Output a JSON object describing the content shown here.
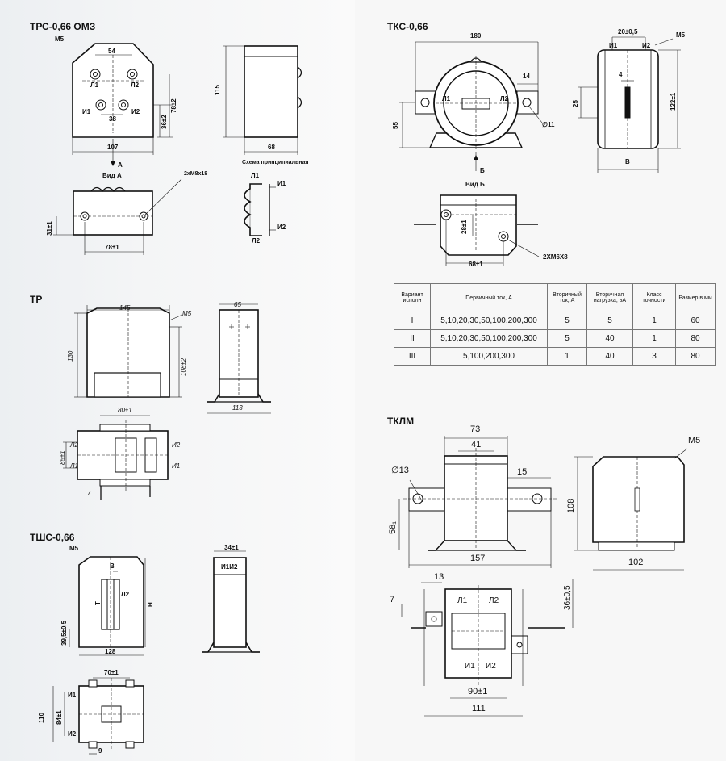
{
  "sections": {
    "trs": "ТРС-0,66 ОМЗ",
    "tks": "ТКС-0,66",
    "tr": "ТР",
    "tklm": "ТКЛМ",
    "tshs": "ТШС-0,66"
  },
  "trs": {
    "m5": "М5",
    "d54": "54",
    "l1": "Л1",
    "l2": "Л2",
    "i1": "И1",
    "i2": "И2",
    "d38": "38",
    "d78": "78±2",
    "d36": "36±2",
    "d107": "107",
    "d115": "115",
    "d68": "68",
    "arrow_a": "А",
    "view_a": "Вид А",
    "bolts": "2хМ8х18",
    "d31": "31±1",
    "d78b": "78±1",
    "schema": "Схема принципиальная"
  },
  "tks": {
    "d180": "180",
    "m5": "М5",
    "d14": "14",
    "l1": "Л1",
    "l2": "Л2",
    "d55": "55",
    "d11": "∅11",
    "arrow_b": "Б",
    "view_b": "Вид Б",
    "d20": "20±0,5",
    "i1": "И1",
    "i2": "И2",
    "d4": "4",
    "d25": "25",
    "d122": "122±1",
    "dB": "В",
    "d28": "28±1",
    "d68": "68±1",
    "bolts": "2ХМ6Х8"
  },
  "table": {
    "headers": [
      "Вариант исполн",
      "Первичный ток, А",
      "Вторичный ток, А",
      "Вторичная нагрузка, вА",
      "Класс точности",
      "Размер в мм"
    ],
    "rows": [
      [
        "I",
        "5,10,20,30,50,100,200,300",
        "5",
        "5",
        "1",
        "60"
      ],
      [
        "II",
        "5,10,20,30,50,100,200,300",
        "5",
        "40",
        "1",
        "80"
      ],
      [
        "III",
        "5,100,200,300",
        "1",
        "40",
        "3",
        "80"
      ]
    ]
  },
  "tr": {
    "d145": "145",
    "m5": "М5",
    "d130": "130",
    "d108": "108±2",
    "d65": "65",
    "d113": "113",
    "d80": "80±1",
    "l2": "Л2",
    "l1": "Л1",
    "i2": "И2",
    "i1": "И1",
    "d85": "85±1",
    "d7": "7"
  },
  "tshs": {
    "m5": "М5",
    "dB": "В",
    "dT": "Т",
    "l2": "Л2",
    "dH": "Н",
    "d39": "39,5±0,5",
    "d128": "128",
    "d34": "34±1",
    "i1i2": "И1И2",
    "d70": "70±1",
    "d110": "110",
    "i1": "И1",
    "i2": "И2",
    "d84": "84±1",
    "d9": "9"
  },
  "tklm": {
    "d73": "73",
    "d41": "41",
    "d13": "∅13",
    "d15": "15",
    "d58": "58₁",
    "d157": "157",
    "d108": "108",
    "m5": "М5",
    "d102": "102",
    "d13b": "13",
    "d7": "7",
    "d36": "36±0,5",
    "l1": "Л1",
    "l2": "Л2",
    "i1": "И1",
    "i2": "И2",
    "d90": "90±1",
    "d111": "111"
  }
}
